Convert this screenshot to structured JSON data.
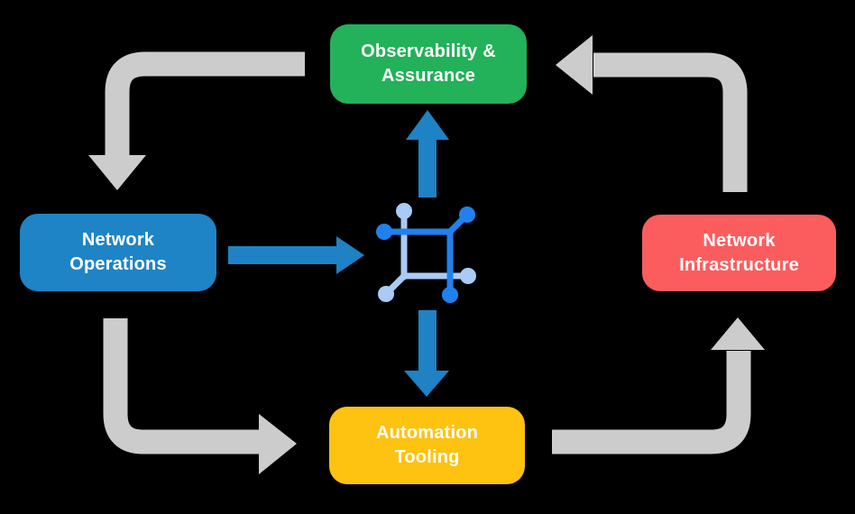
{
  "colors": {
    "background": "#000000",
    "cycle_arrow": "#cccccc",
    "flow_arrow": "#1e82c5",
    "icon_dark": "#2081ee",
    "icon_light": "#a9cbf5",
    "node_text": "#ffffff"
  },
  "nodes": {
    "observability": {
      "label": "Observability &\nAssurance",
      "color": "#23b159"
    },
    "operations": {
      "label": "Network\nOperations",
      "color": "#1e84c6"
    },
    "infrastructure": {
      "label": "Network\nInfrastructure",
      "color": "#fb5d5e"
    },
    "automation": {
      "label": "Automation\nTooling",
      "color": "#fec211"
    }
  },
  "center_icon": {
    "name": "network-fabric-icon"
  },
  "arrows": {
    "cycle": [
      {
        "from": "Observability & Assurance",
        "to": "Network Operations",
        "direction": "down"
      },
      {
        "from": "Network Operations",
        "to": "Automation Tooling",
        "direction": "right"
      },
      {
        "from": "Automation Tooling",
        "to": "Network Infrastructure",
        "direction": "up"
      },
      {
        "from": "Network Infrastructure",
        "to": "Observability & Assurance",
        "direction": "left"
      }
    ],
    "flow": [
      {
        "from": "Network Operations",
        "to": "center-icon",
        "direction": "right"
      },
      {
        "from": "center-icon",
        "to": "Observability & Assurance",
        "direction": "up"
      },
      {
        "from": "center-icon",
        "to": "Automation Tooling",
        "direction": "down"
      }
    ]
  }
}
